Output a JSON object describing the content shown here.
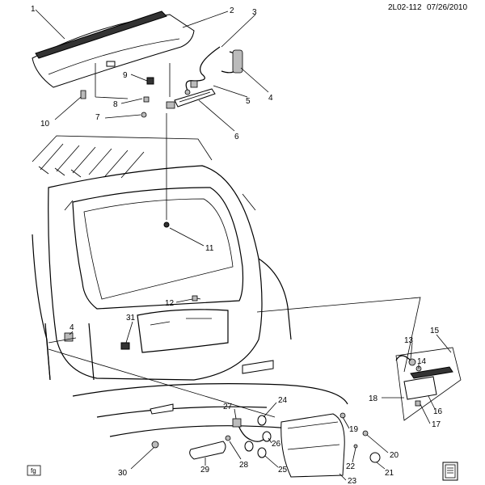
{
  "header": {
    "code": "2L02-112",
    "date": "07/26/2010"
  },
  "badge": {
    "label": "fg"
  },
  "callouts": [
    "1",
    "2",
    "3",
    "4",
    "5",
    "6",
    "7",
    "8",
    "9",
    "10",
    "11",
    "12",
    "13",
    "14",
    "15",
    "16",
    "17",
    "18",
    "19",
    "20",
    "21",
    "22",
    "23",
    "24",
    "25",
    "26",
    "27",
    "28",
    "29",
    "30",
    "31",
    "4"
  ],
  "colors": {
    "ink": "#000000",
    "background": "#ffffff"
  }
}
